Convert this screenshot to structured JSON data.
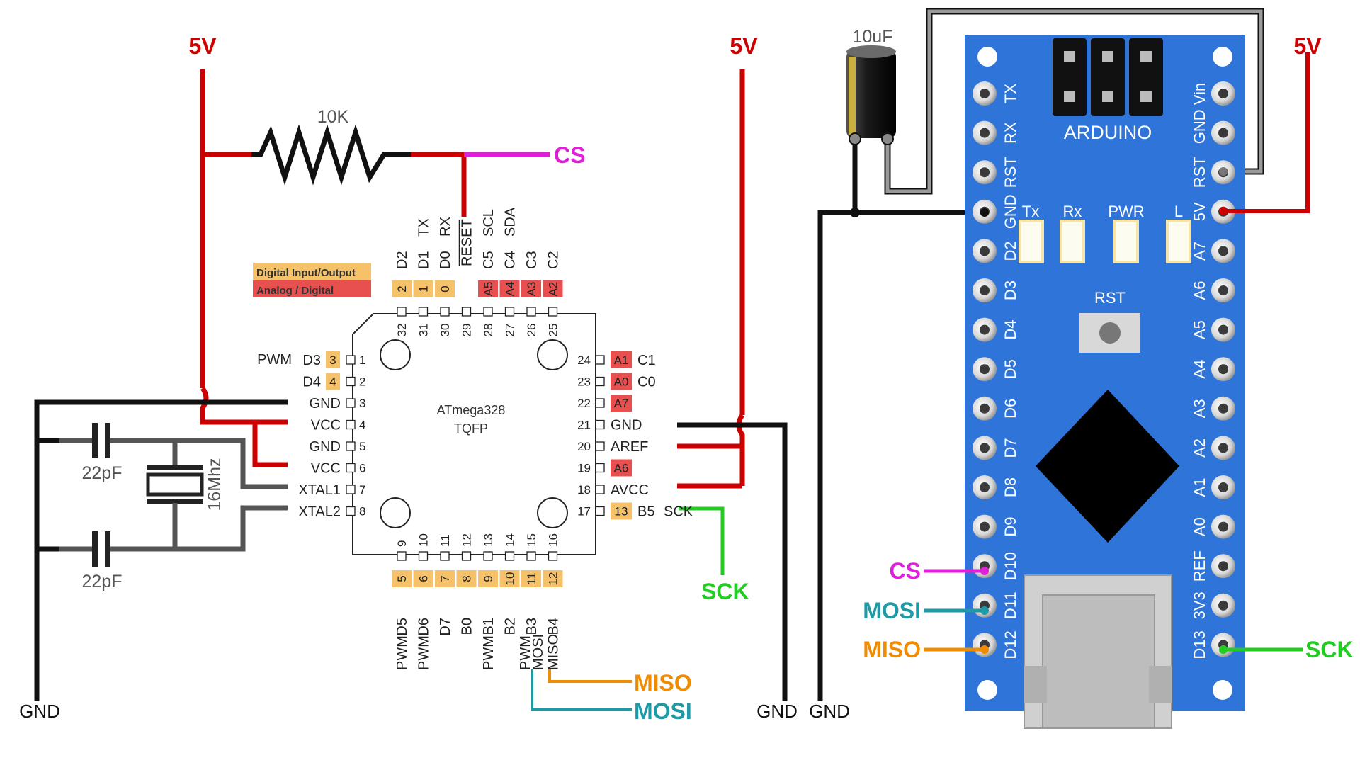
{
  "colors": {
    "power": "#cc0000",
    "ground": "#111111",
    "cs": "#e020d8",
    "mosi": "#1c9aa6",
    "miso": "#f08c00",
    "sck": "#22cc22",
    "board": "#2f74d8",
    "digital_tag": "#f5c26a",
    "analog_tag": "#e85050"
  },
  "nets": {
    "vcc_left": "5V",
    "vcc_mid": "5V",
    "vcc_right": "5V",
    "cs": "CS",
    "sck": "SCK",
    "miso": "MISO",
    "mosi": "MOSI",
    "gnd_left": "GND",
    "gnd_mid": "GND",
    "gnd_arduino": "GND",
    "ard_cs": "CS",
    "ard_mosi": "MOSI",
    "ard_miso": "MISO",
    "ard_sck": "SCK"
  },
  "components": {
    "resistor": "10K",
    "cap1": "22pF",
    "cap2": "22pF",
    "crystal": "16Mhz",
    "electrolytic": "10uF"
  },
  "legend": {
    "digital": "Digital Input/Output",
    "analog": "Analog / Digital"
  },
  "chip": {
    "name": "ATmega328",
    "package": "TQFP",
    "top_pins": [
      {
        "num": "32",
        "tag": "2",
        "port": "D2",
        "func": ""
      },
      {
        "num": "31",
        "tag": "1",
        "port": "D1",
        "func": "TX"
      },
      {
        "num": "30",
        "tag": "0",
        "port": "D0",
        "func": "RX"
      },
      {
        "num": "29",
        "tag": "",
        "port": "",
        "func": "RESET"
      },
      {
        "num": "28",
        "tag": "A5",
        "port": "C5",
        "func": "SCL"
      },
      {
        "num": "27",
        "tag": "A4",
        "port": "C4",
        "func": "SDA"
      },
      {
        "num": "26",
        "tag": "A3",
        "port": "C3",
        "func": ""
      },
      {
        "num": "25",
        "tag": "A2",
        "port": "C2",
        "func": ""
      }
    ],
    "left_pins": [
      {
        "num": "1",
        "tag": "3",
        "label": "D3",
        "func": "PWM"
      },
      {
        "num": "2",
        "tag": "4",
        "label": "D4",
        "func": ""
      },
      {
        "num": "3",
        "tag": "",
        "label": "GND",
        "func": ""
      },
      {
        "num": "4",
        "tag": "",
        "label": "VCC",
        "func": ""
      },
      {
        "num": "5",
        "tag": "",
        "label": "GND",
        "func": ""
      },
      {
        "num": "6",
        "tag": "",
        "label": "VCC",
        "func": ""
      },
      {
        "num": "7",
        "tag": "",
        "label": "XTAL1",
        "func": ""
      },
      {
        "num": "8",
        "tag": "",
        "label": "XTAL2",
        "func": ""
      }
    ],
    "right_pins": [
      {
        "num": "24",
        "tag": "A1",
        "label": "C1",
        "func": ""
      },
      {
        "num": "23",
        "tag": "A0",
        "label": "C0",
        "func": ""
      },
      {
        "num": "22",
        "tag": "A7",
        "label": "",
        "func": ""
      },
      {
        "num": "21",
        "tag": "",
        "label": "GND",
        "func": ""
      },
      {
        "num": "20",
        "tag": "",
        "label": "AREF",
        "func": ""
      },
      {
        "num": "19",
        "tag": "A6",
        "label": "",
        "func": ""
      },
      {
        "num": "18",
        "tag": "",
        "label": "AVCC",
        "func": ""
      },
      {
        "num": "17",
        "tag": "13",
        "label": "B5",
        "func": "SCK"
      }
    ],
    "bottom_pins": [
      {
        "num": "9",
        "tag": "5",
        "port": "D5",
        "func": "PWM"
      },
      {
        "num": "10",
        "tag": "6",
        "port": "D6",
        "func": "PWM"
      },
      {
        "num": "11",
        "tag": "7",
        "port": "D7",
        "func": ""
      },
      {
        "num": "12",
        "tag": "8",
        "port": "B0",
        "func": ""
      },
      {
        "num": "13",
        "tag": "9",
        "port": "B1",
        "func": "PWM"
      },
      {
        "num": "14",
        "tag": "10",
        "port": "B2",
        "func": ""
      },
      {
        "num": "15",
        "tag": "11",
        "port": "B3",
        "func": "PWM\nMOSI"
      },
      {
        "num": "16",
        "tag": "12",
        "port": "B4",
        "func": "MISO"
      }
    ]
  },
  "arduino": {
    "title": "ARDUINO",
    "leds": [
      "Tx",
      "Rx",
      "PWR",
      "L"
    ],
    "reset_button": "RST",
    "left_pins": [
      "TX",
      "RX",
      "RST",
      "GND",
      "D2",
      "D3",
      "D4",
      "D5",
      "D6",
      "D7",
      "D8",
      "D9",
      "D10",
      "D11",
      "D12"
    ],
    "right_pins": [
      "Vin",
      "GND",
      "RST",
      "5V",
      "A7",
      "A6",
      "A5",
      "A4",
      "A3",
      "A2",
      "A1",
      "A0",
      "REF",
      "3V3",
      "D13"
    ]
  }
}
